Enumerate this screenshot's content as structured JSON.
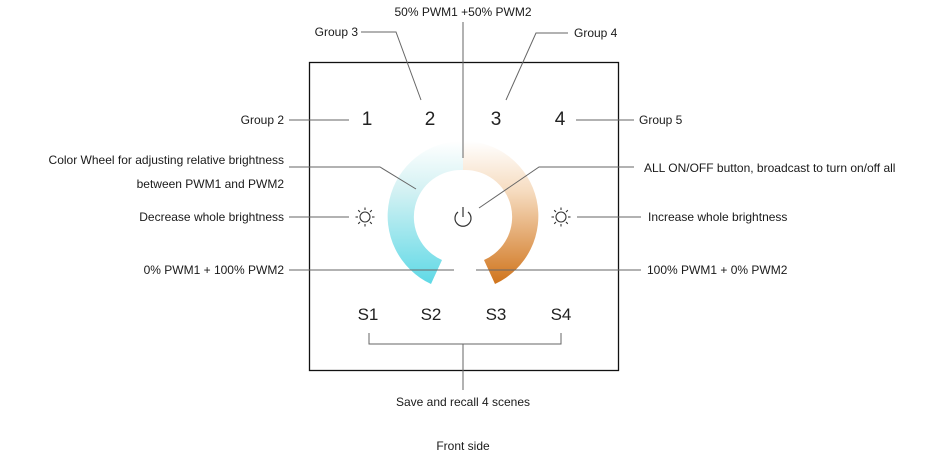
{
  "labels": {
    "top_mix": "50% PWM1 +50% PWM2",
    "group3": "Group 3",
    "group4": "Group 4",
    "group2": "Group 2",
    "group5": "Group 5",
    "wheel_line1": "Color Wheel for adjusting relative brightness",
    "wheel_line2": "between  PWM1 and PWM2",
    "all_onoff": "ALL ON/OFF button, broadcast to turn on/off all",
    "decrease": "Decrease whole brightness",
    "increase": "Increase whole brightness",
    "left_mix": "0% PWM1 + 100% PWM2",
    "right_mix": "100% PWM1 + 0% PWM2",
    "scenes_caption": "Save and recall 4 scenes",
    "caption": "Front side"
  },
  "panel": {
    "group_buttons": [
      "1",
      "2",
      "3",
      "4"
    ],
    "scene_buttons": [
      "S1",
      "S2",
      "S3",
      "S4"
    ]
  },
  "colors": {
    "wheel_cool": "#5fd9e6",
    "wheel_warm": "#d0741c",
    "wheel_top": "#ffffff",
    "panel_border": "#111111",
    "leader_line": "#666666"
  },
  "icons": {
    "power": "power-icon",
    "brightness_down": "sun-icon",
    "brightness_up": "sun-icon"
  }
}
